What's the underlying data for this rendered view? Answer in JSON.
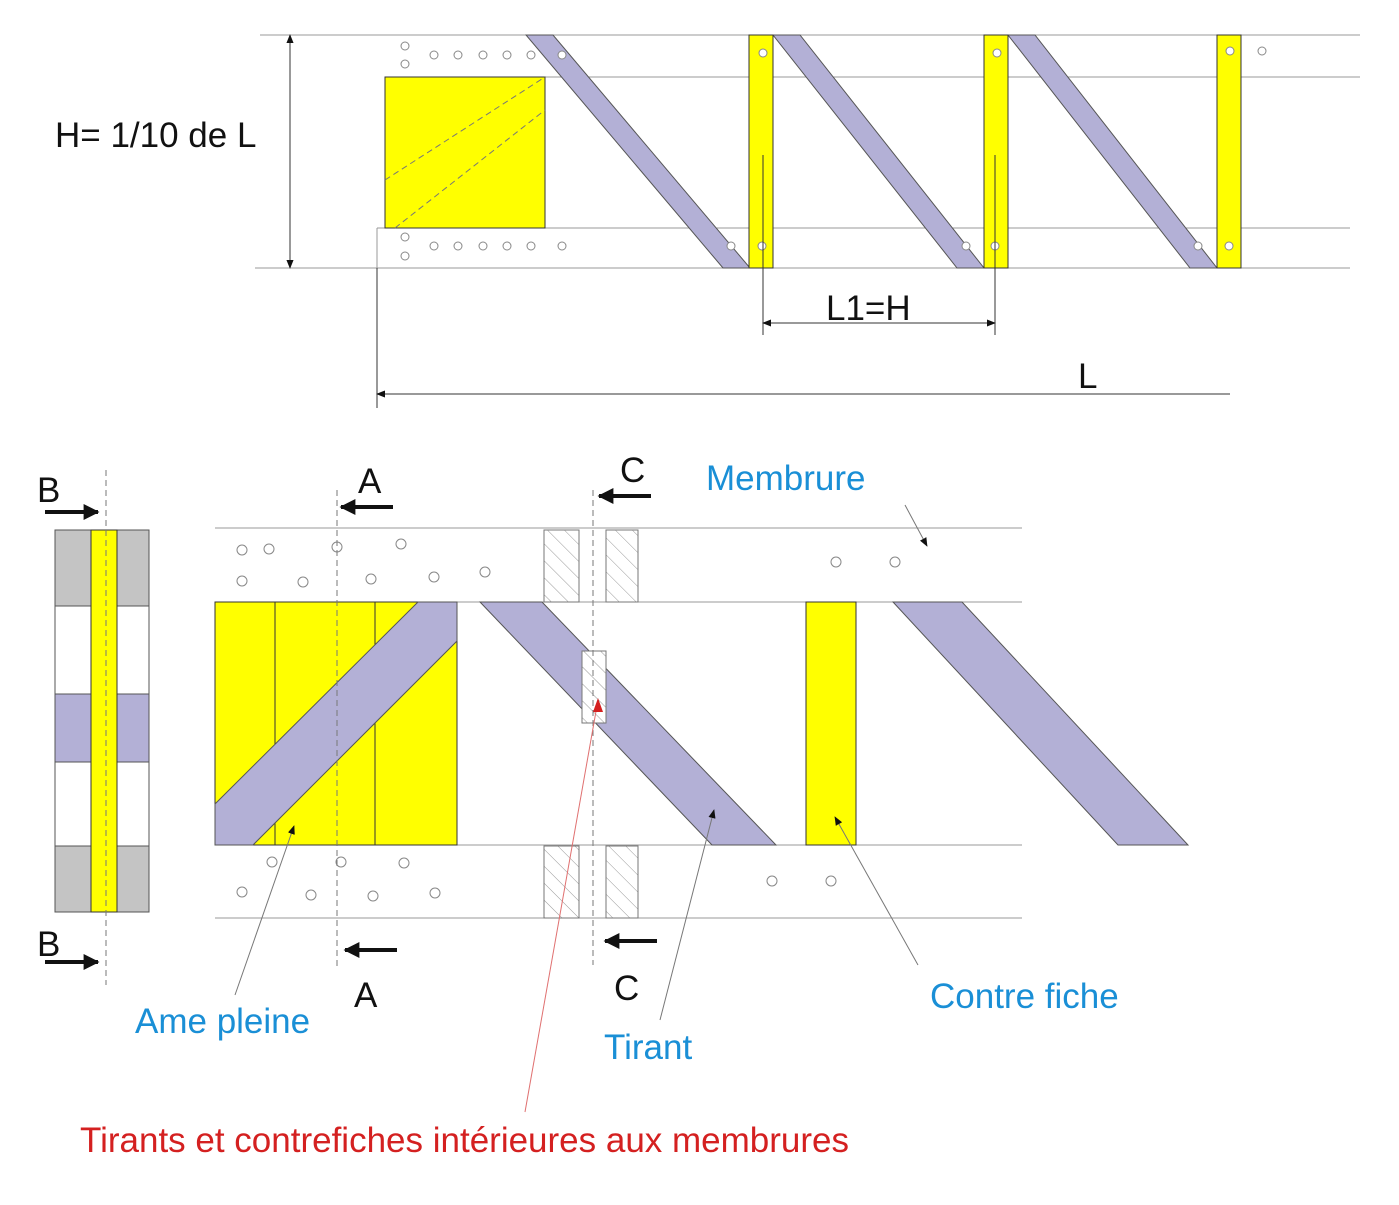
{
  "colors": {
    "web_yellow": "#ffff00",
    "diagonal_lavender": "#b3b0d6",
    "blue_label": "#1a8fd6",
    "red_label": "#d42020",
    "black": "#111111"
  },
  "elevation": {
    "height_label": "H= 1/10 de L",
    "panel_label": "L1=H",
    "length_label": "L"
  },
  "detail": {
    "section_a": "A",
    "section_b": "B",
    "section_c": "C",
    "membrure": "Membrure",
    "ame_pleine": "Ame pleine",
    "tirant": "Tirant",
    "contre_fiche": "Contre fiche",
    "note": "Tirants et contrefiches intérieures aux membrures"
  }
}
